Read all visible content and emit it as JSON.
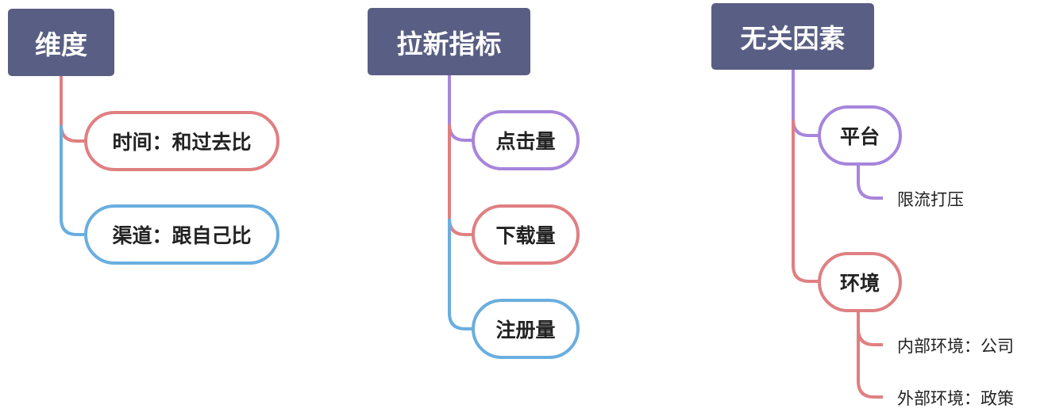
{
  "colors": {
    "root_bg": "#595e84",
    "red": "#e07f81",
    "blue": "#6aaedf",
    "purple": "#a785dc"
  },
  "maps": [
    {
      "root": "维度",
      "children": [
        {
          "label": "时间：和过去比",
          "color": "red"
        },
        {
          "label": "渠道：跟自己比",
          "color": "blue"
        }
      ]
    },
    {
      "root": "拉新指标",
      "children": [
        {
          "label": "点击量",
          "color": "purple"
        },
        {
          "label": "下载量",
          "color": "red"
        },
        {
          "label": "注册量",
          "color": "blue"
        }
      ]
    },
    {
      "root": "无关因素",
      "children": [
        {
          "label": "平台",
          "color": "purple",
          "children": [
            "限流打压"
          ]
        },
        {
          "label": "环境",
          "color": "red",
          "children": [
            "内部环境：公司",
            "外部环境：政策"
          ]
        }
      ]
    }
  ]
}
